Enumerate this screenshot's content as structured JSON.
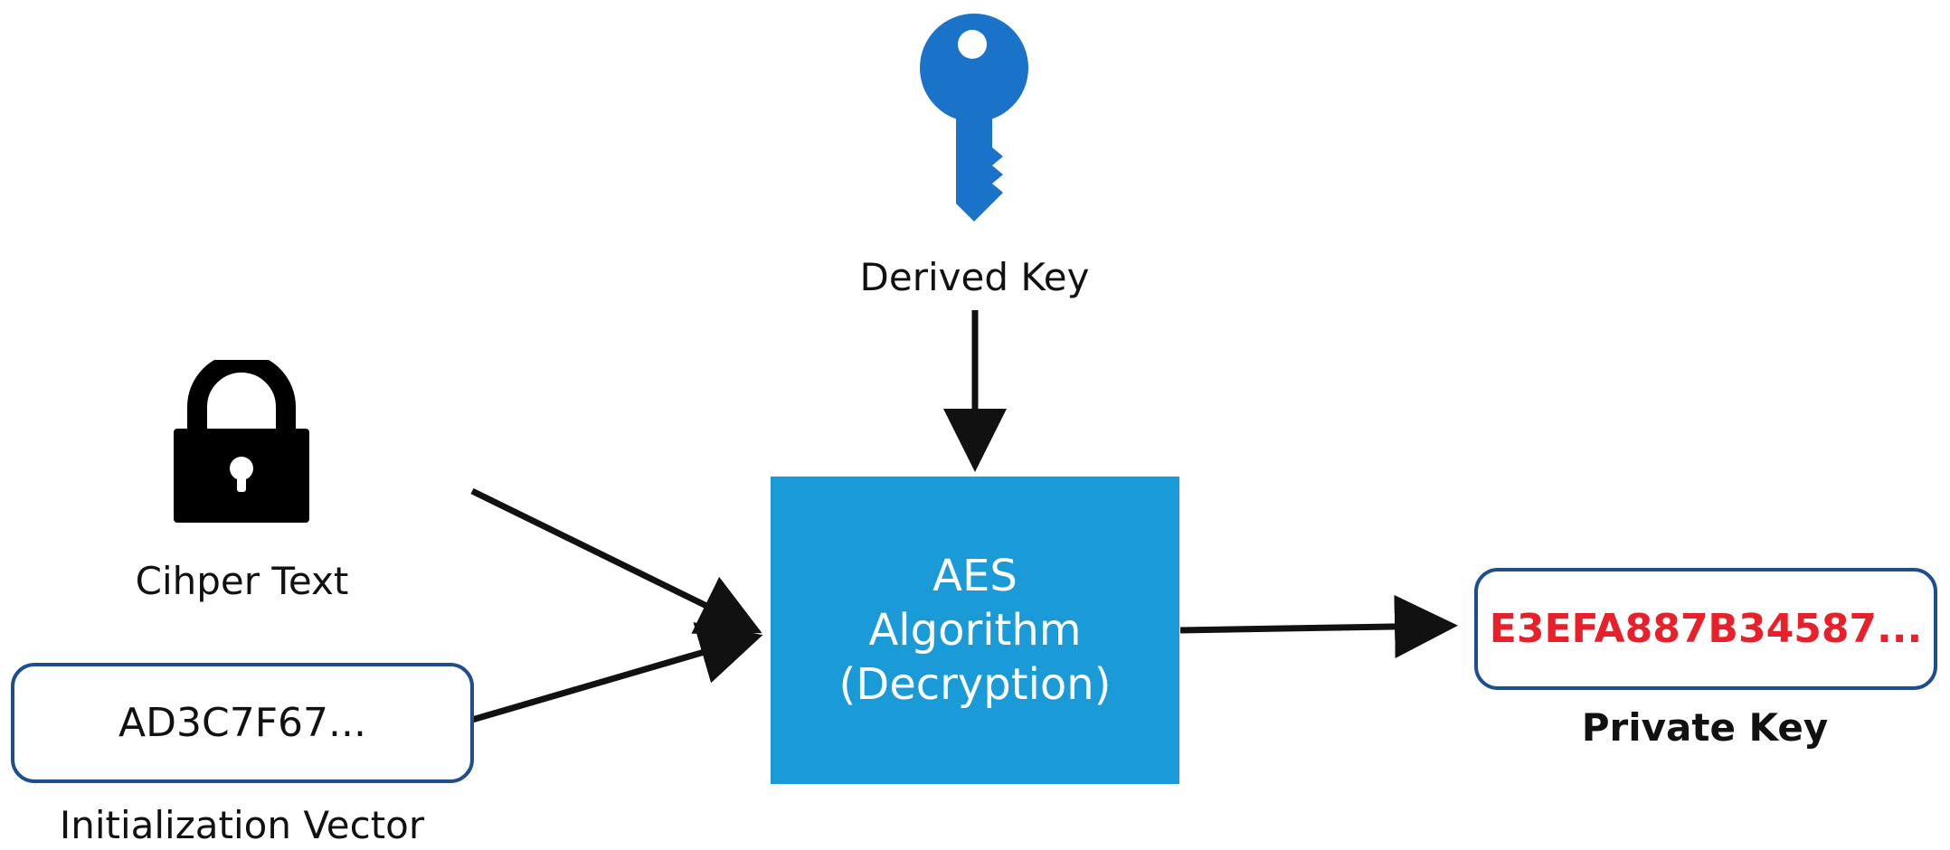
{
  "derived_key": {
    "label": "Derived Key",
    "icon": "key-icon",
    "color": "#1a73c9"
  },
  "cipher_text": {
    "label": "Cihper Text",
    "icon": "padlock-icon"
  },
  "initialization_vector": {
    "value": "AD3C7F67...",
    "label": "Initialization Vector"
  },
  "aes": {
    "line1": "AES",
    "line2": "Algorithm",
    "line3": "(Decryption)",
    "color": "#1a9bd7"
  },
  "private_key": {
    "value": "E3EFA887B34587...",
    "label": "Private Key",
    "value_color": "#e8202a"
  }
}
